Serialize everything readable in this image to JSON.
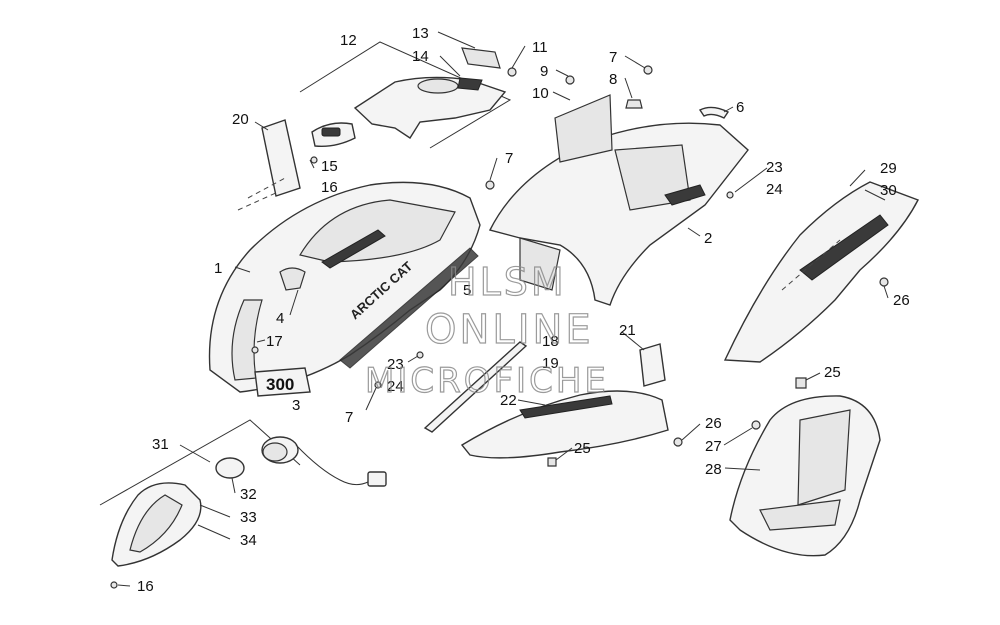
{
  "callouts": [
    {
      "id": "c1",
      "text": "1"
    },
    {
      "id": "c2",
      "text": "2"
    },
    {
      "id": "c3",
      "text": "3"
    },
    {
      "id": "c4",
      "text": "4"
    },
    {
      "id": "c5",
      "text": "5"
    },
    {
      "id": "c6",
      "text": "6"
    },
    {
      "id": "c7a",
      "text": "7"
    },
    {
      "id": "c7b",
      "text": "7"
    },
    {
      "id": "c7c",
      "text": "7"
    },
    {
      "id": "c8",
      "text": "8"
    },
    {
      "id": "c9",
      "text": "9"
    },
    {
      "id": "c10",
      "text": "10"
    },
    {
      "id": "c11",
      "text": "11"
    },
    {
      "id": "c12",
      "text": "12"
    },
    {
      "id": "c13",
      "text": "13"
    },
    {
      "id": "c14",
      "text": "14"
    },
    {
      "id": "c15",
      "text": "15"
    },
    {
      "id": "c16a",
      "text": "16"
    },
    {
      "id": "c16b",
      "text": "16"
    },
    {
      "id": "c17",
      "text": "17"
    },
    {
      "id": "c18",
      "text": "18"
    },
    {
      "id": "c19",
      "text": "19"
    },
    {
      "id": "c20",
      "text": "20"
    },
    {
      "id": "c21",
      "text": "21"
    },
    {
      "id": "c22",
      "text": "22"
    },
    {
      "id": "c23a",
      "text": "23"
    },
    {
      "id": "c23b",
      "text": "23"
    },
    {
      "id": "c24a",
      "text": "24"
    },
    {
      "id": "c24b",
      "text": "24"
    },
    {
      "id": "c25a",
      "text": "25"
    },
    {
      "id": "c25b",
      "text": "25"
    },
    {
      "id": "c26a",
      "text": "26"
    },
    {
      "id": "c26b",
      "text": "26"
    },
    {
      "id": "c27",
      "text": "27"
    },
    {
      "id": "c28",
      "text": "28"
    },
    {
      "id": "c29",
      "text": "29"
    },
    {
      "id": "c30",
      "text": "30"
    },
    {
      "id": "c31",
      "text": "31"
    },
    {
      "id": "c32",
      "text": "32"
    },
    {
      "id": "c33",
      "text": "33"
    },
    {
      "id": "c34",
      "text": "34"
    }
  ],
  "decals": {
    "brand": "ARCTIC CAT",
    "model": "300"
  },
  "watermark": {
    "line1": "HLSM",
    "line2": "ONLINE",
    "line3": "MICROFICHE"
  }
}
